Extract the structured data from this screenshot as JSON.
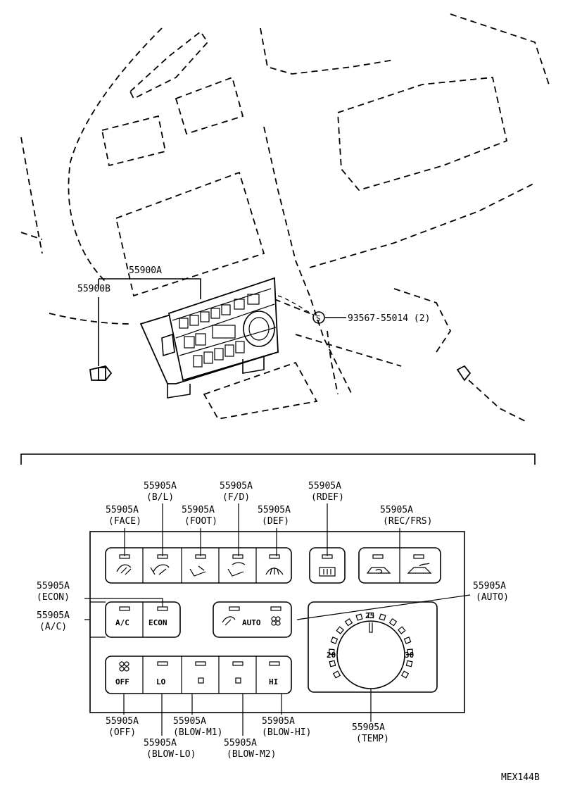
{
  "top_view": {
    "label_main": "55900A",
    "label_sub": "55900B",
    "screw_symbol": "S",
    "screw_label": "93567-55014 (2)"
  },
  "callouts": {
    "bl": {
      "part": "55905A",
      "desc": "(B/L)"
    },
    "fd": {
      "part": "55905A",
      "desc": "(F/D)"
    },
    "rdef": {
      "part": "55905A",
      "desc": "(RDEF)"
    },
    "face": {
      "part": "55905A",
      "desc": "(FACE)"
    },
    "foot": {
      "part": "55905A",
      "desc": "(FOOT)"
    },
    "def": {
      "part": "55905A",
      "desc": "(DEF)"
    },
    "recfrs": {
      "part": "55905A",
      "desc": "(REC/FRS)"
    },
    "econ": {
      "part": "55905A",
      "desc": "(ECON)"
    },
    "ac": {
      "part": "55905A",
      "desc": "(A/C)"
    },
    "auto": {
      "part": "55905A",
      "desc": "(AUTO)"
    },
    "off": {
      "part": "55905A",
      "desc": "(OFF)"
    },
    "blow_m1": {
      "part": "55905A",
      "desc": "(BLOW-M1)"
    },
    "blow_hi": {
      "part": "55905A",
      "desc": "(BLOW-HI)"
    },
    "temp": {
      "part": "55905A",
      "desc": "(TEMP)"
    },
    "blow_lo": {
      "part": "55905A",
      "desc": "(BLOW-LO)"
    },
    "blow_m2": {
      "part": "55905A",
      "desc": "(BLOW-M2)"
    }
  },
  "buttons": {
    "ac": "A/C",
    "econ": "ECON",
    "auto": "AUTO",
    "off": "OFF",
    "lo": "LO",
    "hi": "HI"
  },
  "dial": {
    "mark_20": "20",
    "mark_25": "25",
    "mark_30": "30"
  },
  "diagram_code": "MEX144B"
}
